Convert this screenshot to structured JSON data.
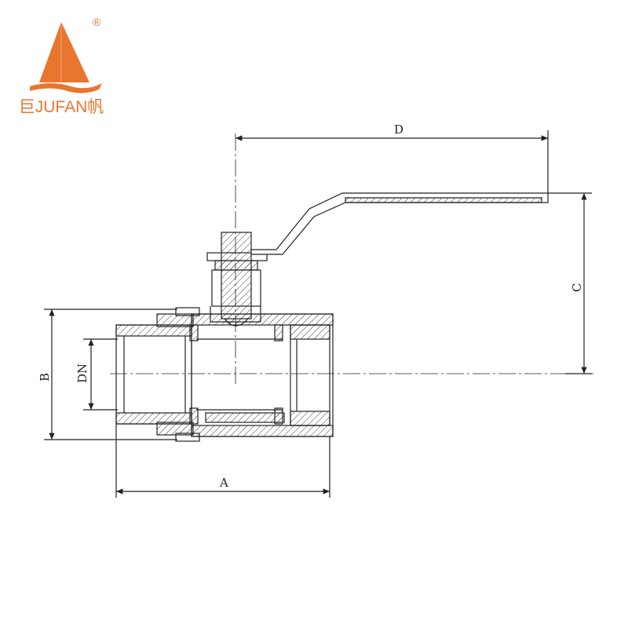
{
  "logo": {
    "brand": "巨JUFAN帆",
    "registered": "®",
    "color": "#e8762e"
  },
  "dimensions": {
    "A": "A",
    "B": "B",
    "C": "C",
    "D": "D",
    "DN": "DN"
  }
}
